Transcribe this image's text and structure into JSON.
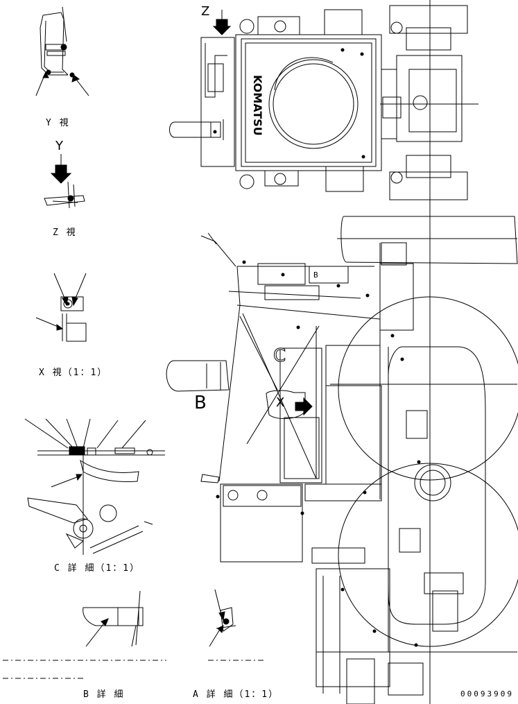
{
  "drawing": {
    "views": {
      "y_view": "Y 視",
      "z_view": "Z 視",
      "x_view": "X 視（1：1）",
      "c_detail": "C 詳 細（1：1）",
      "b_detail": "B 詳 細",
      "a_detail": "A 詳 細（1：1）"
    },
    "markers": {
      "y": "Y",
      "z": "Z",
      "x": "X",
      "b": "B",
      "b_small": "B",
      "c": "C"
    },
    "brand": "KOMATSU",
    "drawing_number": "00093909"
  }
}
